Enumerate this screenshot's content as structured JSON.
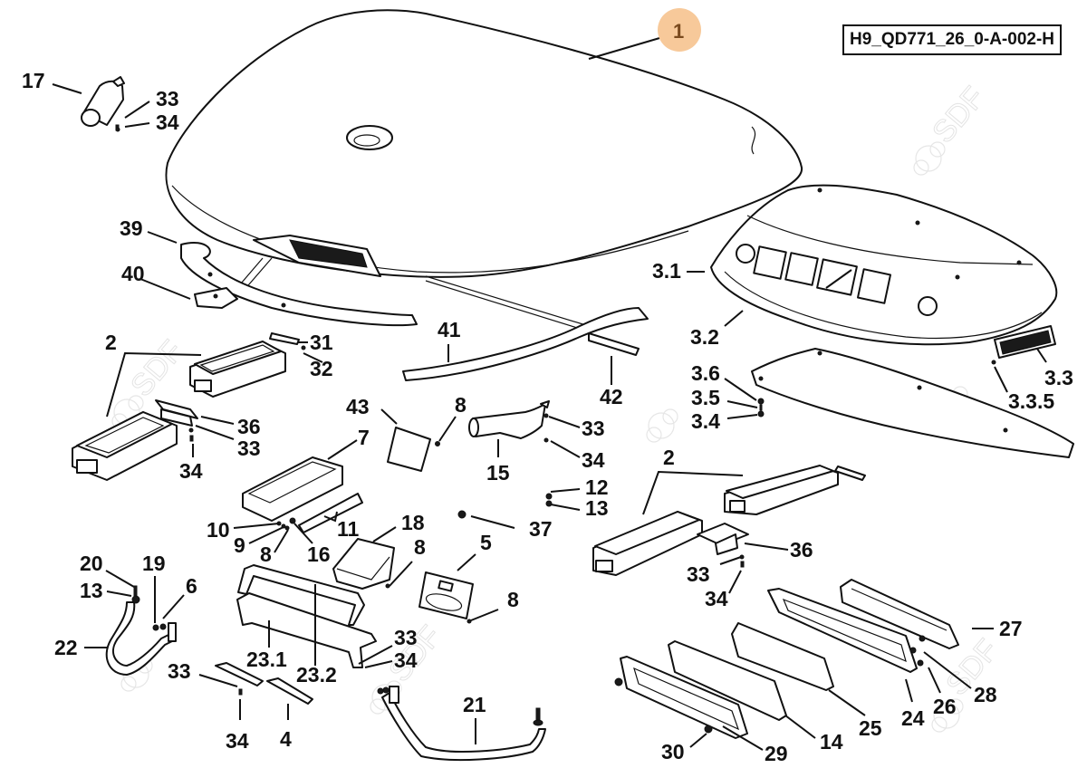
{
  "diagram": {
    "title": "Exploded parts diagram - cab roof assembly",
    "reference_code": "H9_QD771_26_0-A-002-H",
    "watermark": "SDF",
    "highlight_color": "#f7c99a",
    "highlighted_callout": "1",
    "callouts": [
      {
        "id": "c1",
        "label": "1"
      },
      {
        "id": "c17",
        "label": "17"
      },
      {
        "id": "c33a",
        "label": "33"
      },
      {
        "id": "c34a",
        "label": "34"
      },
      {
        "id": "c39",
        "label": "39"
      },
      {
        "id": "c40",
        "label": "40"
      },
      {
        "id": "c2a",
        "label": "2"
      },
      {
        "id": "c31",
        "label": "31"
      },
      {
        "id": "c32",
        "label": "32"
      },
      {
        "id": "c36a",
        "label": "36"
      },
      {
        "id": "c33b",
        "label": "33"
      },
      {
        "id": "c34b",
        "label": "34"
      },
      {
        "id": "c41",
        "label": "41"
      },
      {
        "id": "c42",
        "label": "42"
      },
      {
        "id": "c43",
        "label": "43"
      },
      {
        "id": "c8a",
        "label": "8"
      },
      {
        "id": "c7",
        "label": "7"
      },
      {
        "id": "c15",
        "label": "15"
      },
      {
        "id": "c33c",
        "label": "33"
      },
      {
        "id": "c34c",
        "label": "34"
      },
      {
        "id": "c12",
        "label": "12"
      },
      {
        "id": "c13a",
        "label": "13"
      },
      {
        "id": "c37",
        "label": "37"
      },
      {
        "id": "c10",
        "label": "10"
      },
      {
        "id": "c9",
        "label": "9"
      },
      {
        "id": "c8b",
        "label": "8"
      },
      {
        "id": "c16",
        "label": "16"
      },
      {
        "id": "c11",
        "label": "11"
      },
      {
        "id": "c18",
        "label": "18"
      },
      {
        "id": "c8c",
        "label": "8"
      },
      {
        "id": "c5",
        "label": "5"
      },
      {
        "id": "c8d",
        "label": "8"
      },
      {
        "id": "c20",
        "label": "20"
      },
      {
        "id": "c19",
        "label": "19"
      },
      {
        "id": "c13b",
        "label": "13"
      },
      {
        "id": "c6",
        "label": "6"
      },
      {
        "id": "c22",
        "label": "22"
      },
      {
        "id": "c23_1",
        "label": "23.1"
      },
      {
        "id": "c23_2",
        "label": "23.2"
      },
      {
        "id": "c33d",
        "label": "33"
      },
      {
        "id": "c34d",
        "label": "34"
      },
      {
        "id": "c33e",
        "label": "33"
      },
      {
        "id": "c34e",
        "label": "34"
      },
      {
        "id": "c4",
        "label": "4"
      },
      {
        "id": "c21",
        "label": "21"
      },
      {
        "id": "c3_1",
        "label": "3.1"
      },
      {
        "id": "c3_2",
        "label": "3.2"
      },
      {
        "id": "c3_3",
        "label": "3.3"
      },
      {
        "id": "c3_3_5",
        "label": "3.3.5"
      },
      {
        "id": "c3_6",
        "label": "3.6"
      },
      {
        "id": "c3_5",
        "label": "3.5"
      },
      {
        "id": "c3_4",
        "label": "3.4"
      },
      {
        "id": "c2b",
        "label": "2"
      },
      {
        "id": "c36b",
        "label": "36"
      },
      {
        "id": "c33f",
        "label": "33"
      },
      {
        "id": "c34f",
        "label": "34"
      },
      {
        "id": "c27",
        "label": "27"
      },
      {
        "id": "c28",
        "label": "28"
      },
      {
        "id": "c26",
        "label": "26"
      },
      {
        "id": "c24",
        "label": "24"
      },
      {
        "id": "c25",
        "label": "25"
      },
      {
        "id": "c14",
        "label": "14"
      },
      {
        "id": "c29",
        "label": "29"
      },
      {
        "id": "c30",
        "label": "30"
      }
    ]
  }
}
